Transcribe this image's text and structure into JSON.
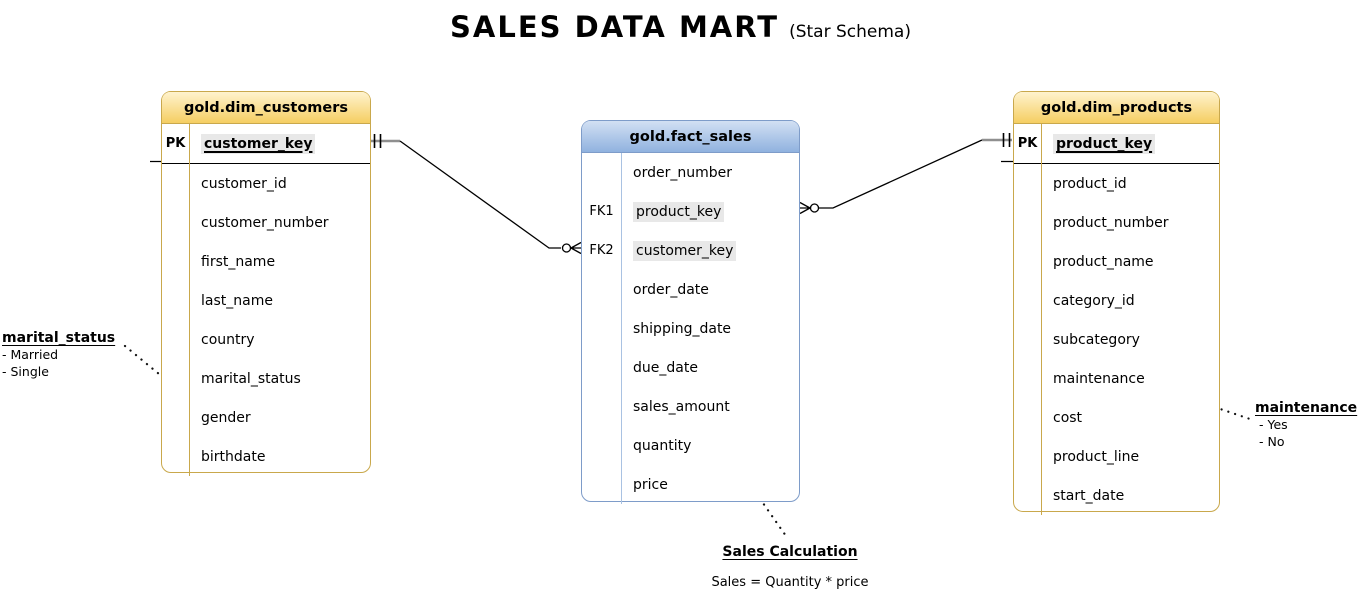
{
  "title": {
    "main": "SALES DATA MART",
    "subtitle": "(Star Schema)"
  },
  "tables": [
    {
      "name": "gold.dim_customers",
      "theme": "gold",
      "fields": [
        {
          "key": "PK",
          "name": "customer_key",
          "style": "pk"
        },
        {
          "key": "",
          "name": "customer_id"
        },
        {
          "key": "",
          "name": "customer_number"
        },
        {
          "key": "",
          "name": "first_name"
        },
        {
          "key": "",
          "name": "last_name"
        },
        {
          "key": "",
          "name": "country"
        },
        {
          "key": "",
          "name": "marital_status"
        },
        {
          "key": "",
          "name": "gender"
        },
        {
          "key": "",
          "name": "birthdate"
        }
      ]
    },
    {
      "name": "gold.fact_sales",
      "theme": "blue",
      "fields": [
        {
          "key": "",
          "name": "order_number"
        },
        {
          "key": "FK1",
          "name": "product_key",
          "style": "fk"
        },
        {
          "key": "FK2",
          "name": "customer_key",
          "style": "fk"
        },
        {
          "key": "",
          "name": "order_date"
        },
        {
          "key": "",
          "name": "shipping_date"
        },
        {
          "key": "",
          "name": "due_date"
        },
        {
          "key": "",
          "name": "sales_amount"
        },
        {
          "key": "",
          "name": "quantity"
        },
        {
          "key": "",
          "name": "price"
        }
      ]
    },
    {
      "name": "gold.dim_products",
      "theme": "gold",
      "fields": [
        {
          "key": "PK",
          "name": "product_key",
          "style": "pk"
        },
        {
          "key": "",
          "name": "product_id"
        },
        {
          "key": "",
          "name": "product_number"
        },
        {
          "key": "",
          "name": "product_name"
        },
        {
          "key": "",
          "name": "category_id"
        },
        {
          "key": "",
          "name": "subcategory"
        },
        {
          "key": "",
          "name": "maintenance"
        },
        {
          "key": "",
          "name": "cost"
        },
        {
          "key": "",
          "name": "product_line"
        },
        {
          "key": "",
          "name": "start_date"
        }
      ]
    }
  ],
  "annotations": [
    {
      "title": "marital_status",
      "items": [
        "- Married",
        "- Single"
      ]
    },
    {
      "title": "maintenance",
      "items": [
        "- Yes",
        "- No"
      ]
    },
    {
      "title": "Sales Calculation",
      "items": [
        "Sales = Quantity * price"
      ]
    }
  ],
  "colors": {
    "gold_border": "#C9A84C",
    "gold_light": "#FFF3CE",
    "gold_dark": "#F5CE62",
    "blue_border": "#7E9CC9",
    "blue_light": "#D2E0F3",
    "blue_dark": "#90B2DF",
    "highlight": "#E8E8E8"
  }
}
